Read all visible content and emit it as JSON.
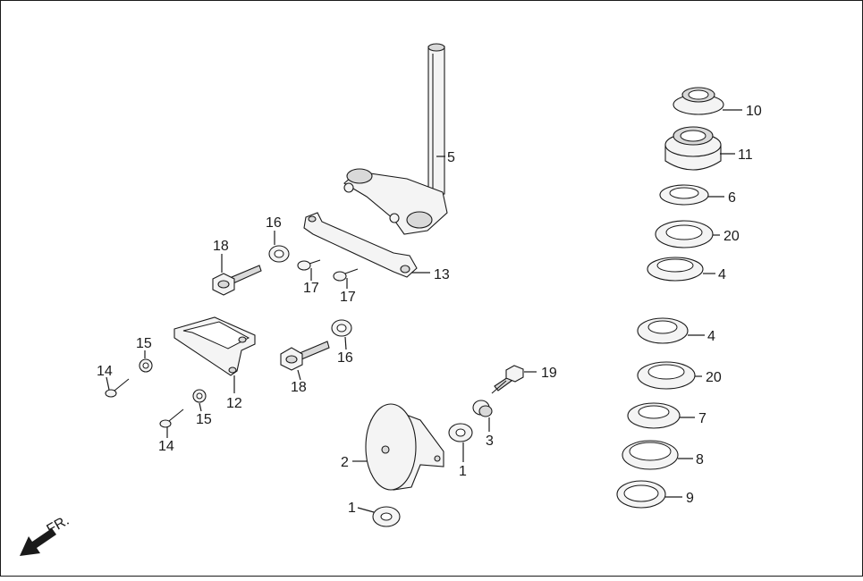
{
  "diagram": {
    "front_indicator": "FR.",
    "labels": {
      "p1a": "1",
      "p1b": "1",
      "p2": "2",
      "p3": "3",
      "p4a": "4",
      "p4b": "4",
      "p5": "5",
      "p6": "6",
      "p7": "7",
      "p8": "8",
      "p9": "9",
      "p10": "10",
      "p11": "11",
      "p12": "12",
      "p13": "13",
      "p14a": "14",
      "p14b": "14",
      "p15a": "15",
      "p15b": "15",
      "p16a": "16",
      "p16b": "16",
      "p17a": "17",
      "p17b": "17",
      "p18a": "18",
      "p18b": "18",
      "p19": "19",
      "p20a": "20",
      "p20b": "20"
    }
  }
}
